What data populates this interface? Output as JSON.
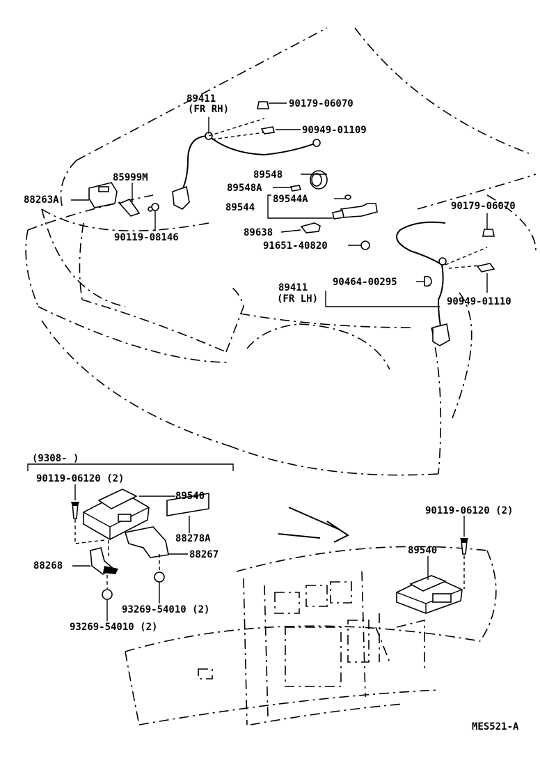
{
  "diagram": {
    "callouts": {
      "p89411_rh": "89411",
      "p89411_rh_side": "(FR RH)",
      "p90179_top": "90179-06070",
      "p90949_01109": "90949-01109",
      "p85999m": "85999M",
      "p88263a": "88263A",
      "p90119_08146": "90119-08146",
      "p89548": "89548",
      "p89548a": "89548A",
      "p89544": "89544",
      "p89544a": "89544A",
      "p89638": "89638",
      "p91651": "91651-40820",
      "p90179_right": "90179-06070",
      "p89411_lh": "89411",
      "p89411_lh_side": "(FR LH)",
      "p90464": "90464-00295",
      "p90949_01110": "90949-01110",
      "inset_header": "(9308-        )",
      "p90119_06120_left": "90119-06120 (2)",
      "p89540_left": "89540",
      "p88278a": "88278A",
      "p88268": "88268",
      "p88267": "88267",
      "p93269_mid": "93269-54010 (2)",
      "p93269_bottom": "93269-54010 (2)",
      "p90119_06120_right": "90119-06120 (2)",
      "p89540_right": "89540",
      "drawing_code": "MES521-A"
    }
  }
}
